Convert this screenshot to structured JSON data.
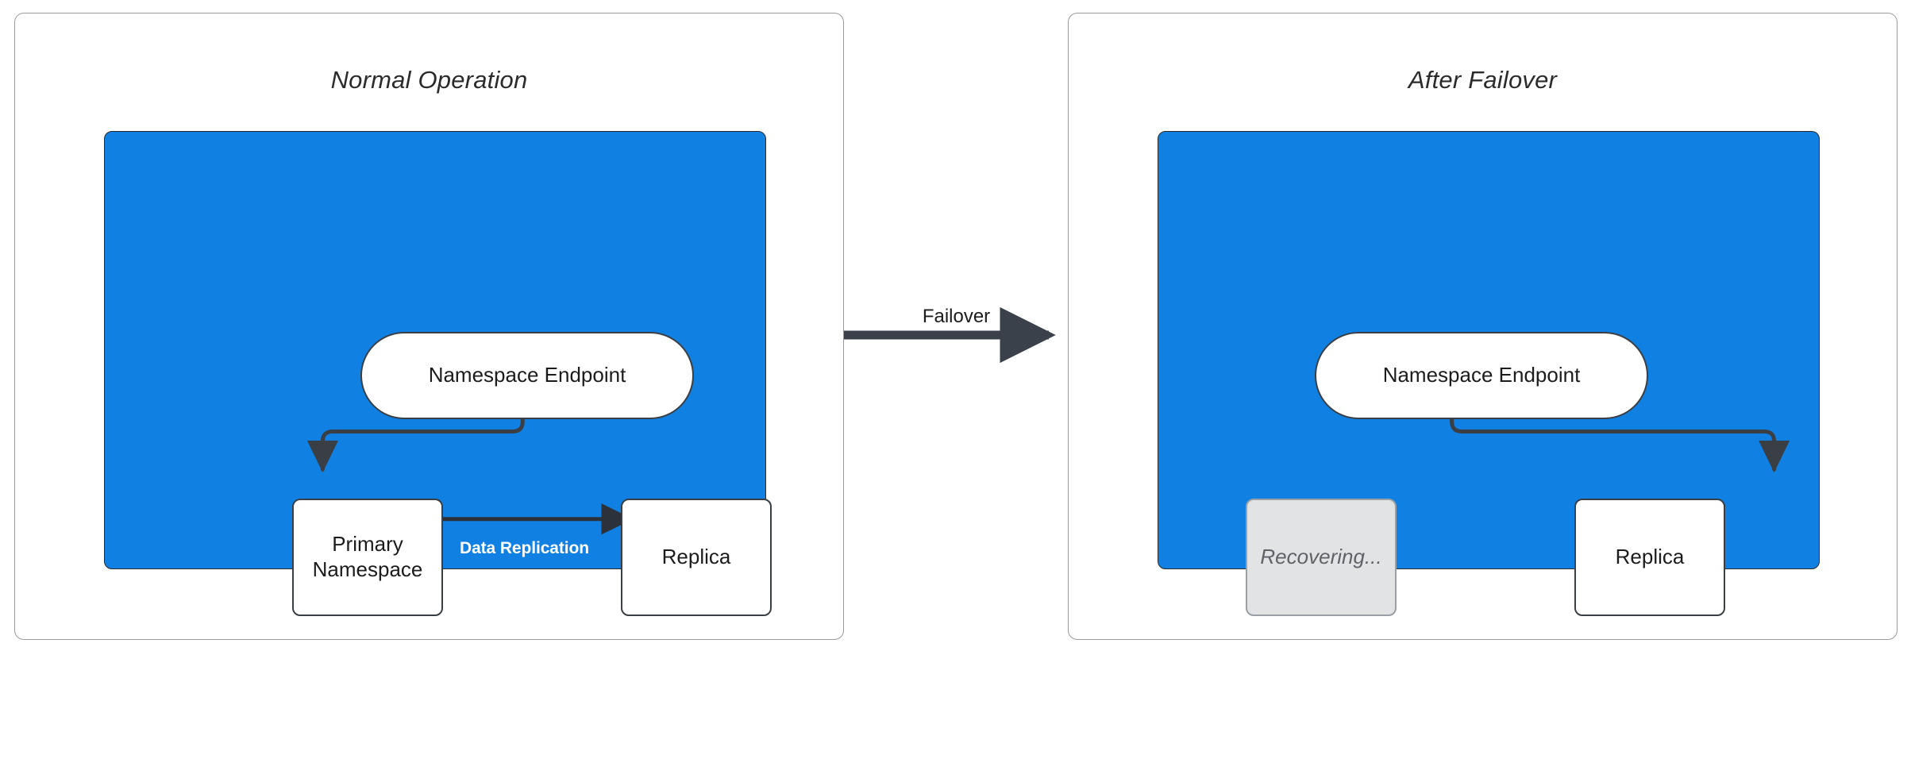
{
  "diagram": {
    "title_left": "Normal Operation",
    "title_right": "After Failover",
    "transition_label": "Failover",
    "colors": {
      "cluster_blue": "#1180E3",
      "node_white": "#FFFFFF",
      "node_muted": "#E2E3E5",
      "stroke_dark": "#3A3F45",
      "panel_border": "#9A9A9A",
      "label_white": "#FFFFFF",
      "muted_text": "#5F6368"
    }
  },
  "panels": [
    {
      "id": "normal-operation",
      "title": "Normal Operation",
      "cluster": {
        "nodes": [
          {
            "id": "namespace-endpoint",
            "label": "Namespace Endpoint",
            "shape": "pill",
            "state": "active"
          },
          {
            "id": "primary-namespace",
            "label": "Primary\nNamespace",
            "line1": "Primary",
            "line2": "Namespace",
            "shape": "rect",
            "state": "active"
          },
          {
            "id": "replica",
            "label": "Replica",
            "shape": "rect",
            "state": "active"
          }
        ],
        "edges": [
          {
            "from": "namespace-endpoint",
            "to": "primary-namespace",
            "label": "",
            "style": "elbow-left"
          },
          {
            "from": "primary-namespace",
            "to": "replica",
            "label": "Data Replication",
            "style": "straight-right"
          }
        ]
      }
    },
    {
      "id": "after-failover",
      "title": "After Failover",
      "cluster": {
        "nodes": [
          {
            "id": "namespace-endpoint",
            "label": "Namespace Endpoint",
            "shape": "pill",
            "state": "active"
          },
          {
            "id": "recovering",
            "label": "Recovering...",
            "shape": "rect",
            "state": "recovering"
          },
          {
            "id": "replica",
            "label": "Replica",
            "shape": "rect",
            "state": "active"
          }
        ],
        "edges": [
          {
            "from": "namespace-endpoint",
            "to": "replica",
            "label": "",
            "style": "elbow-right"
          }
        ]
      }
    }
  ]
}
